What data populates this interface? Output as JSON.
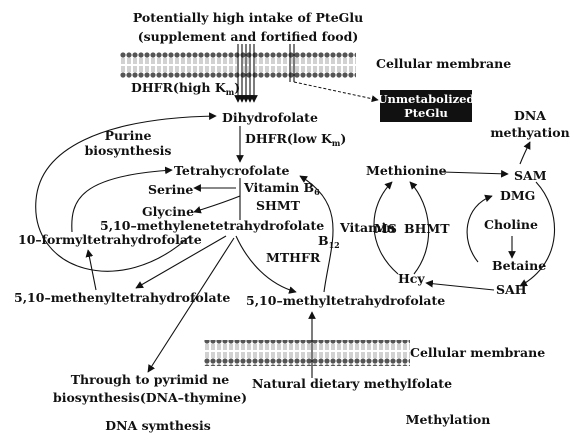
{
  "title_line1": "Potentially high intake of PteGlu",
  "title_line2": "(supplement and fortified food)",
  "membrane_top": "Cellular membrane",
  "membrane_bottom": "Cellular membrane",
  "dhfr_high": "DHFR(high K",
  "dhfr_high_sub": "m",
  "dhfr_high_end": ")",
  "unmetabolized_line1": "Unmetabolized",
  "unmetabolized_line2": "PteGlu",
  "dihydrofolate": "Dihydrofolate",
  "dhfr_low": "DHFR(low K",
  "dhfr_low_sub": "m",
  "dhfr_low_end": ")",
  "dna_methylation_line1": "DNA",
  "dna_methylation_line2": "methyation",
  "purine_line1": "Purine",
  "purine_line2": "biosynthesis",
  "thf": "Tetrahycrofolate",
  "serine": "Serine",
  "vitamin_b6": "Vitamin B",
  "vitamin_b6_sub": "6",
  "shmt": "SHMT",
  "glycine": "Glycine",
  "methylene_thf": "5,10–methylenetetrahydrofolate",
  "formyl_thf": "10–formyltetrahydrofolate",
  "vitamin_b12": "Vitamin",
  "vitamin_b12_b": "B",
  "vitamin_b12_sub": "12",
  "mthfr": "MTHFR",
  "methenyl_thf": "5,10–methenyltetrahydrofolate",
  "methyl_thf": "5,10–methyltetrahydrofolate",
  "methionine": "Methionine",
  "sam": "SAM",
  "dmg": "DMG",
  "choline": "Choline",
  "ms": "MS",
  "bhmt": "BHMT",
  "hcy": "Hcy",
  "betaine": "Betaine",
  "sah": "SAH",
  "pyrimidine_line1": "Through to pyrimid ne",
  "pyrimidine_line2": "biosynthesis(DNA–thymine)",
  "natural_folate": "Natural dietary methylfolate",
  "dna_synthesis": "DNA symthesis",
  "methylation": "Methylation"
}
